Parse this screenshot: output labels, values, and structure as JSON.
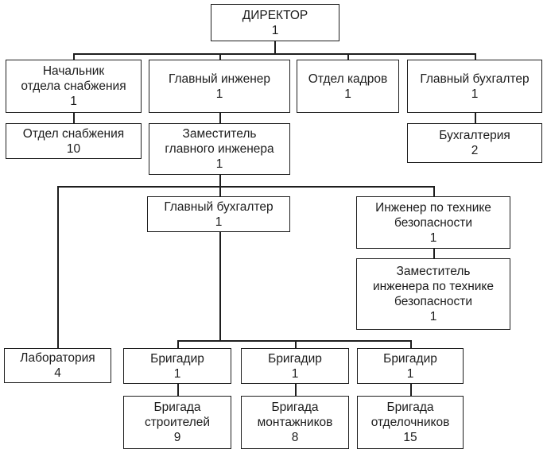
{
  "nodes": {
    "director": {
      "label": "ДИРЕКТОР",
      "count": "1"
    },
    "supply_head": {
      "label": "Начальник\nотдела снабжения",
      "count": "1"
    },
    "chief_engineer": {
      "label": "Главный инженер",
      "count": "1"
    },
    "hr_dept": {
      "label": "Отдел кадров",
      "count": "1"
    },
    "chief_accountant": {
      "label": "Главный бухгалтер",
      "count": "1"
    },
    "supply_dept": {
      "label": "Отдел снабжения",
      "count": "10"
    },
    "deputy_chief_engineer": {
      "label": "Заместитель\nглавного инженера",
      "count": "1"
    },
    "accounting": {
      "label": "Бухгалтерия",
      "count": "2"
    },
    "mid_chief_accountant": {
      "label": "Главный бухгалтер",
      "count": "1"
    },
    "safety_engineer": {
      "label": "Инженер по технике\nбезопасности",
      "count": "1"
    },
    "deputy_safety_engineer": {
      "label": "Заместитель\nинженера по технике\nбезопасности",
      "count": "1"
    },
    "laboratory": {
      "label": "Лаборатория",
      "count": "4"
    },
    "foreman_1": {
      "label": "Бригадир",
      "count": "1"
    },
    "foreman_2": {
      "label": "Бригадир",
      "count": "1"
    },
    "foreman_3": {
      "label": "Бригадир",
      "count": "1"
    },
    "brigade_builders": {
      "label": "Бригада\nстроителей",
      "count": "9"
    },
    "brigade_installers": {
      "label": "Бригада\nмонтажников",
      "count": "8"
    },
    "brigade_finishers": {
      "label": "Бригада\nотделочников",
      "count": "15"
    }
  },
  "colors": {
    "line": "#1e1e1e",
    "background": "#ffffff",
    "text": "#1c1c1c"
  }
}
